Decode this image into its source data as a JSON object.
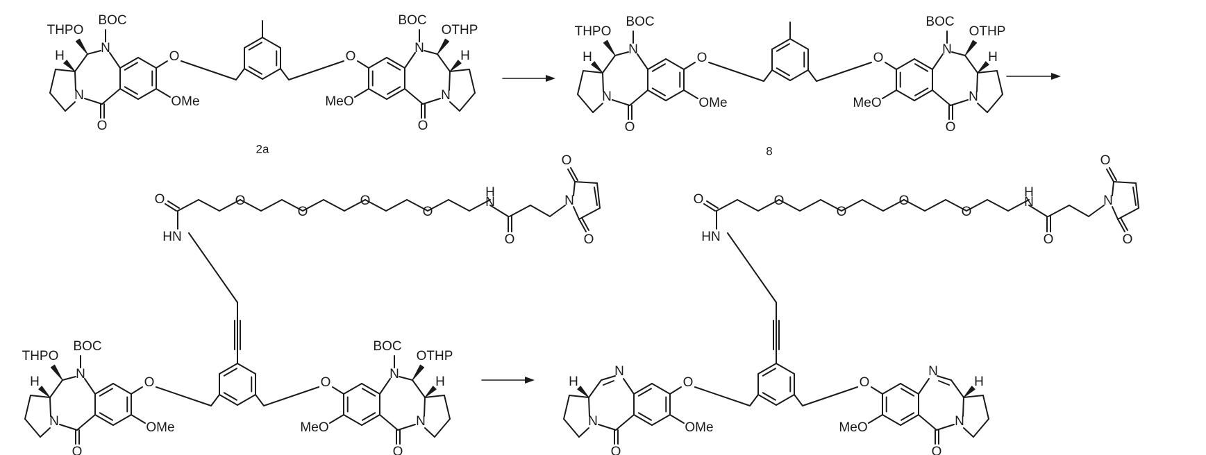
{
  "atoms": {
    "thpo": "THPO",
    "othp": "OTHP",
    "boc": "BOC",
    "n": "N",
    "h": "H",
    "o": "O",
    "ome": "OMe",
    "meo": "MeO",
    "hn": "HN"
  },
  "compounds": [
    {
      "id": "compound-2a",
      "label": "2a"
    },
    {
      "id": "compound-8",
      "label": "8"
    },
    {
      "id": "compound-protected-linker",
      "label": ""
    },
    {
      "id": "compound-final-product",
      "label": ""
    }
  ],
  "arrows": [
    {
      "id": "arrow-step-1"
    },
    {
      "id": "arrow-step-2"
    },
    {
      "id": "arrow-step-3"
    }
  ]
}
